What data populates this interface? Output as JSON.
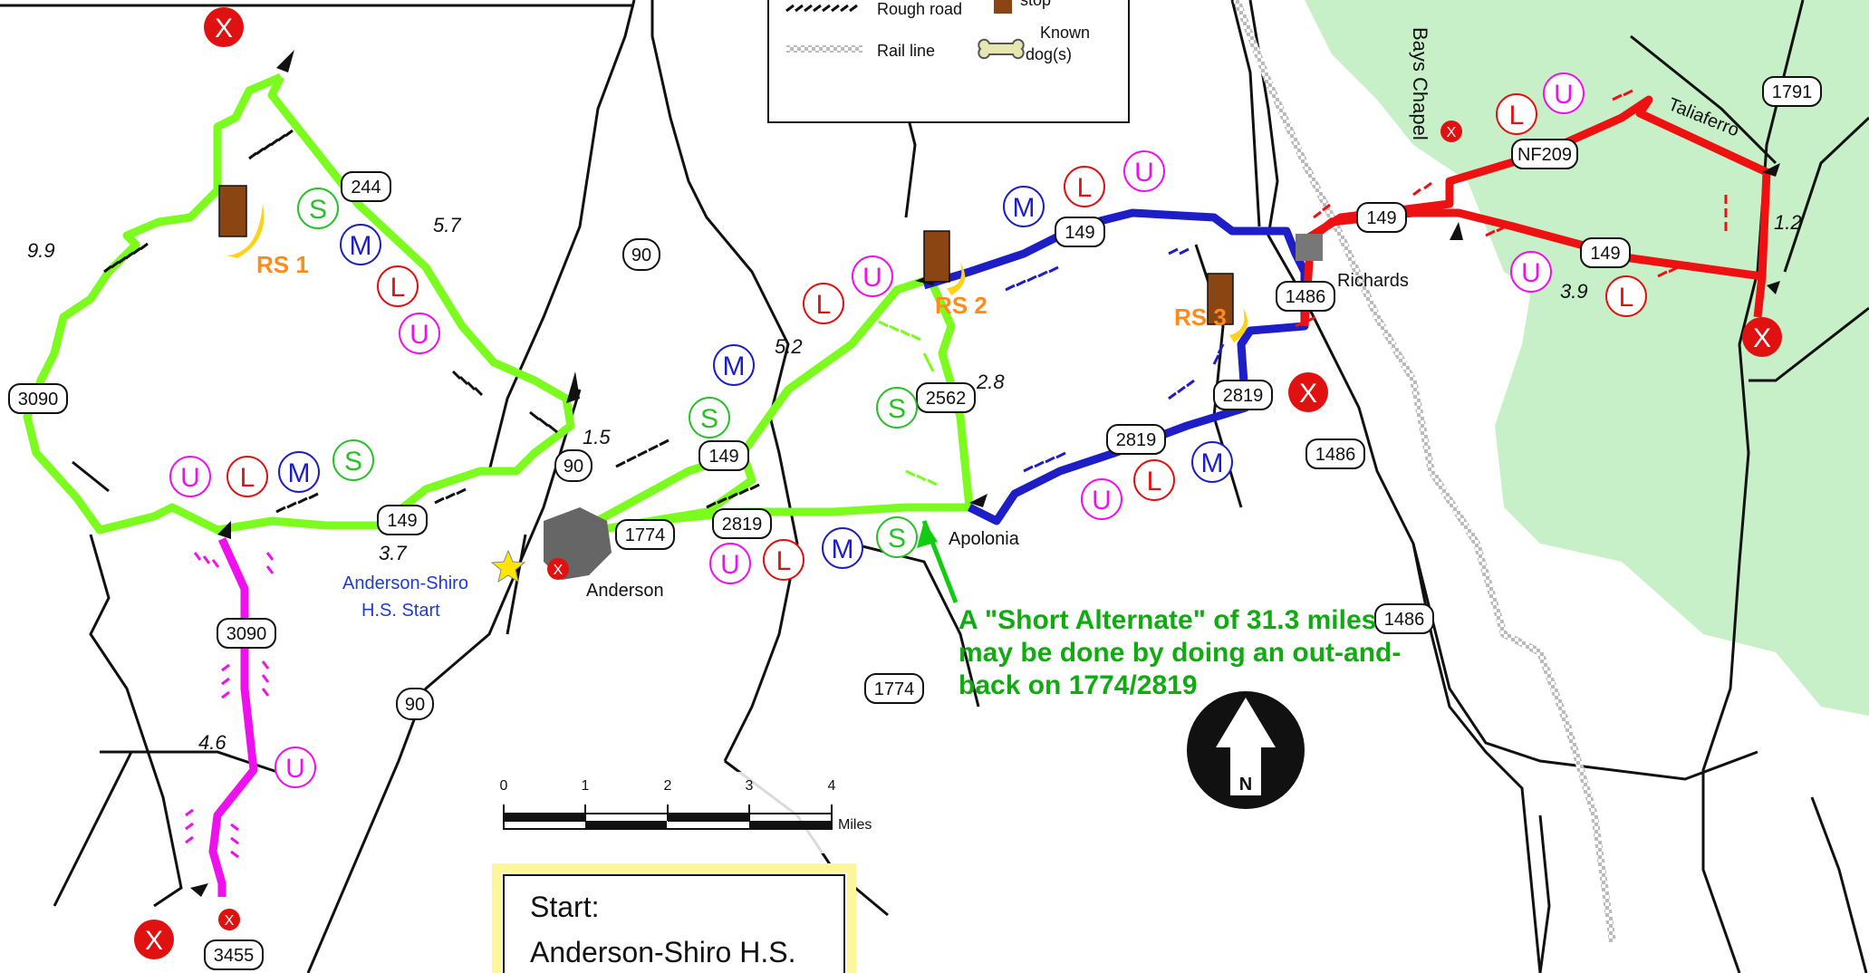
{
  "legend": {
    "rough_road": "Rough road",
    "stop": "stop",
    "rail_line": "Rail line",
    "known_dog_line1": "Known",
    "known_dog_line2": "dog(s)"
  },
  "places": {
    "bays_chapel": "Bays Chapel",
    "taliaferro": "Taliaferro",
    "richards": "Richards",
    "apolonia": "Apolonia",
    "anderson": "Anderson",
    "start_line1": "Anderson-Shiro",
    "start_line2": "H.S. Start"
  },
  "road_shields": {
    "r244": "244",
    "r3090_west": "3090",
    "r3090_south": "3090",
    "r149_west": "149",
    "r90_center": "90",
    "r90_north": "90",
    "r90_south": "90",
    "r1774_a": "1774",
    "r1774_b": "1774",
    "r2819_a": "2819",
    "r2819_b": "2819",
    "r2819_c": "2819",
    "r149_mid": "149",
    "r2562": "2562",
    "r149_blue": "149",
    "r1486_a": "1486",
    "r1486_b": "1486",
    "r1486_c": "1486",
    "r149_red_a": "149",
    "r149_red_b": "149",
    "nf209": "NF209",
    "r1791": "1791",
    "r3455": "3455"
  },
  "distances": {
    "d9_9": "9.9",
    "d5_7": "5.7",
    "d1_5": "1.5",
    "d3_7": "3.7",
    "d4_6": "4.6",
    "d5_2": "5.2",
    "d2_8": "2.8",
    "d1_2": "1.2",
    "d3_9": "3.9"
  },
  "rest_stops": {
    "rs1": "RS 1",
    "rs2": "RS 2",
    "rs3": "RS 3"
  },
  "route_letters": {
    "S": "S",
    "M": "M",
    "L": "L",
    "U": "U",
    "X": "X"
  },
  "note": {
    "line1": "A \"Short Alternate\" of 31.3 miles",
    "line2": "may be done by doing an out-and-",
    "line3": "back on 1774/2819"
  },
  "north": "N",
  "scale": {
    "ticks": [
      "0",
      "1",
      "2",
      "3",
      "4"
    ],
    "unit": "Miles"
  },
  "start_box": {
    "line1": "Start:",
    "line2": "Anderson-Shiro H.S."
  },
  "colors": {
    "green_route": "#7CFC1E",
    "blue_route": "#1E1EC8",
    "red_route": "#EE1111",
    "magenta_route": "#EE11EE",
    "forest": "#C8F0C8",
    "orange": "#FF8C1A",
    "note_green": "#11AA11"
  }
}
